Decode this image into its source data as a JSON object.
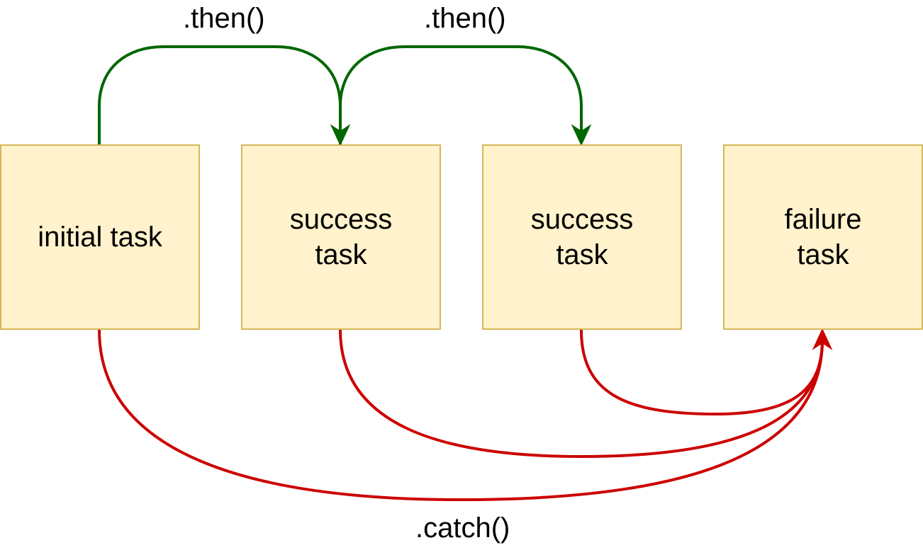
{
  "diagram": {
    "nodes": [
      {
        "id": "initial",
        "label": "initial task"
      },
      {
        "id": "success1",
        "label": "success\ntask"
      },
      {
        "id": "success2",
        "label": "success\ntask"
      },
      {
        "id": "failure",
        "label": "failure\ntask"
      }
    ],
    "edge_labels": {
      "then_1": ".then()",
      "then_2": ".then()",
      "catch": ".catch()"
    },
    "edges": [
      {
        "from": "initial",
        "to": "success1",
        "kind": "then"
      },
      {
        "from": "success1",
        "to": "success2",
        "kind": "then"
      },
      {
        "from": "initial",
        "to": "failure",
        "kind": "catch"
      },
      {
        "from": "success1",
        "to": "failure",
        "kind": "catch"
      },
      {
        "from": "success2",
        "to": "failure",
        "kind": "catch"
      }
    ],
    "colors": {
      "node_fill": "#fff2cc",
      "node_border": "#d6b656",
      "then_edge": "#006600",
      "catch_edge": "#cc0000"
    }
  }
}
